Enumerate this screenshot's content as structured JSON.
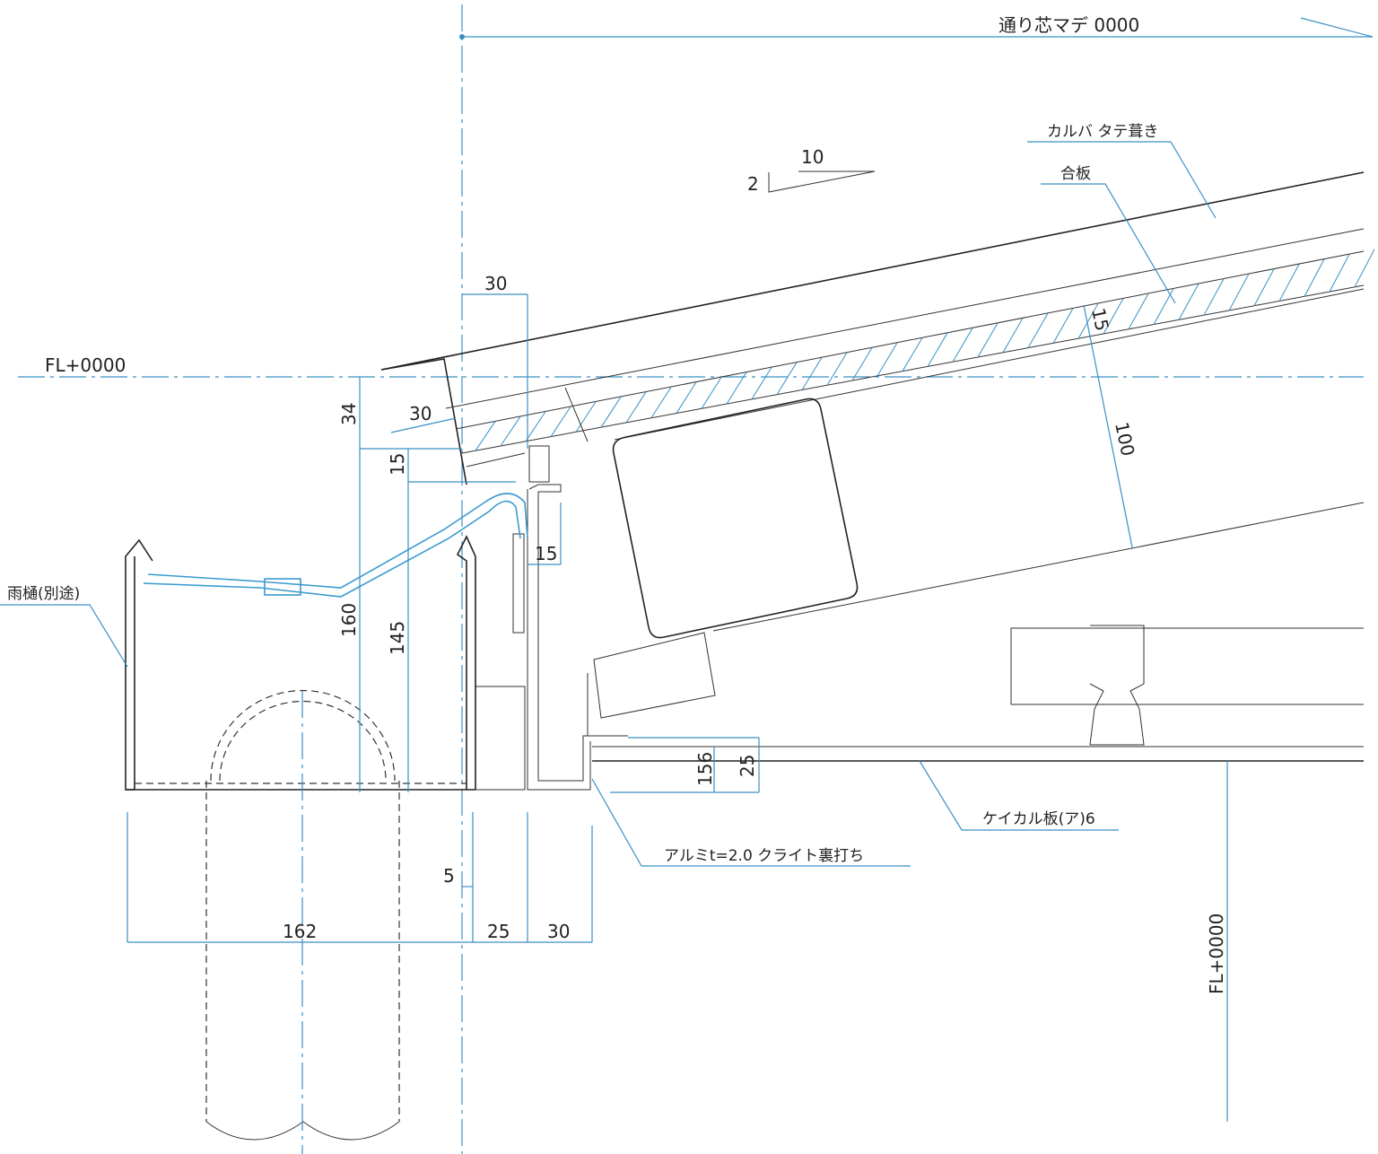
{
  "drawing": {
    "top_dimension_label": "通り芯マデ 0000",
    "floor_level_left": "FL+0000",
    "floor_level_right": "FL+0000",
    "slope": {
      "rise": "2",
      "run": "10"
    },
    "labels": {
      "roofing": "カルバ タテ葺き",
      "plywood": "合板",
      "gutter": "雨樋(別途)",
      "calcium_board": "ケイカル板(ア)6",
      "aluminum": "アルミt=2.0 クライト裏打ち"
    },
    "dimensions": {
      "d30_top": "30",
      "d34": "34",
      "d30_eave": "30",
      "d15_left": "15",
      "d15_mid": "15",
      "d160": "160",
      "d145": "145",
      "d156": "156",
      "d25_right": "25",
      "d5": "5",
      "d162": "162",
      "d25_bottom": "25",
      "d30_bottom": "30",
      "d15_roof": "15",
      "d100": "100"
    },
    "colors": {
      "dimension": "#3a8fc4",
      "outline": "#222222",
      "gutter": "#3a9ad0"
    }
  }
}
